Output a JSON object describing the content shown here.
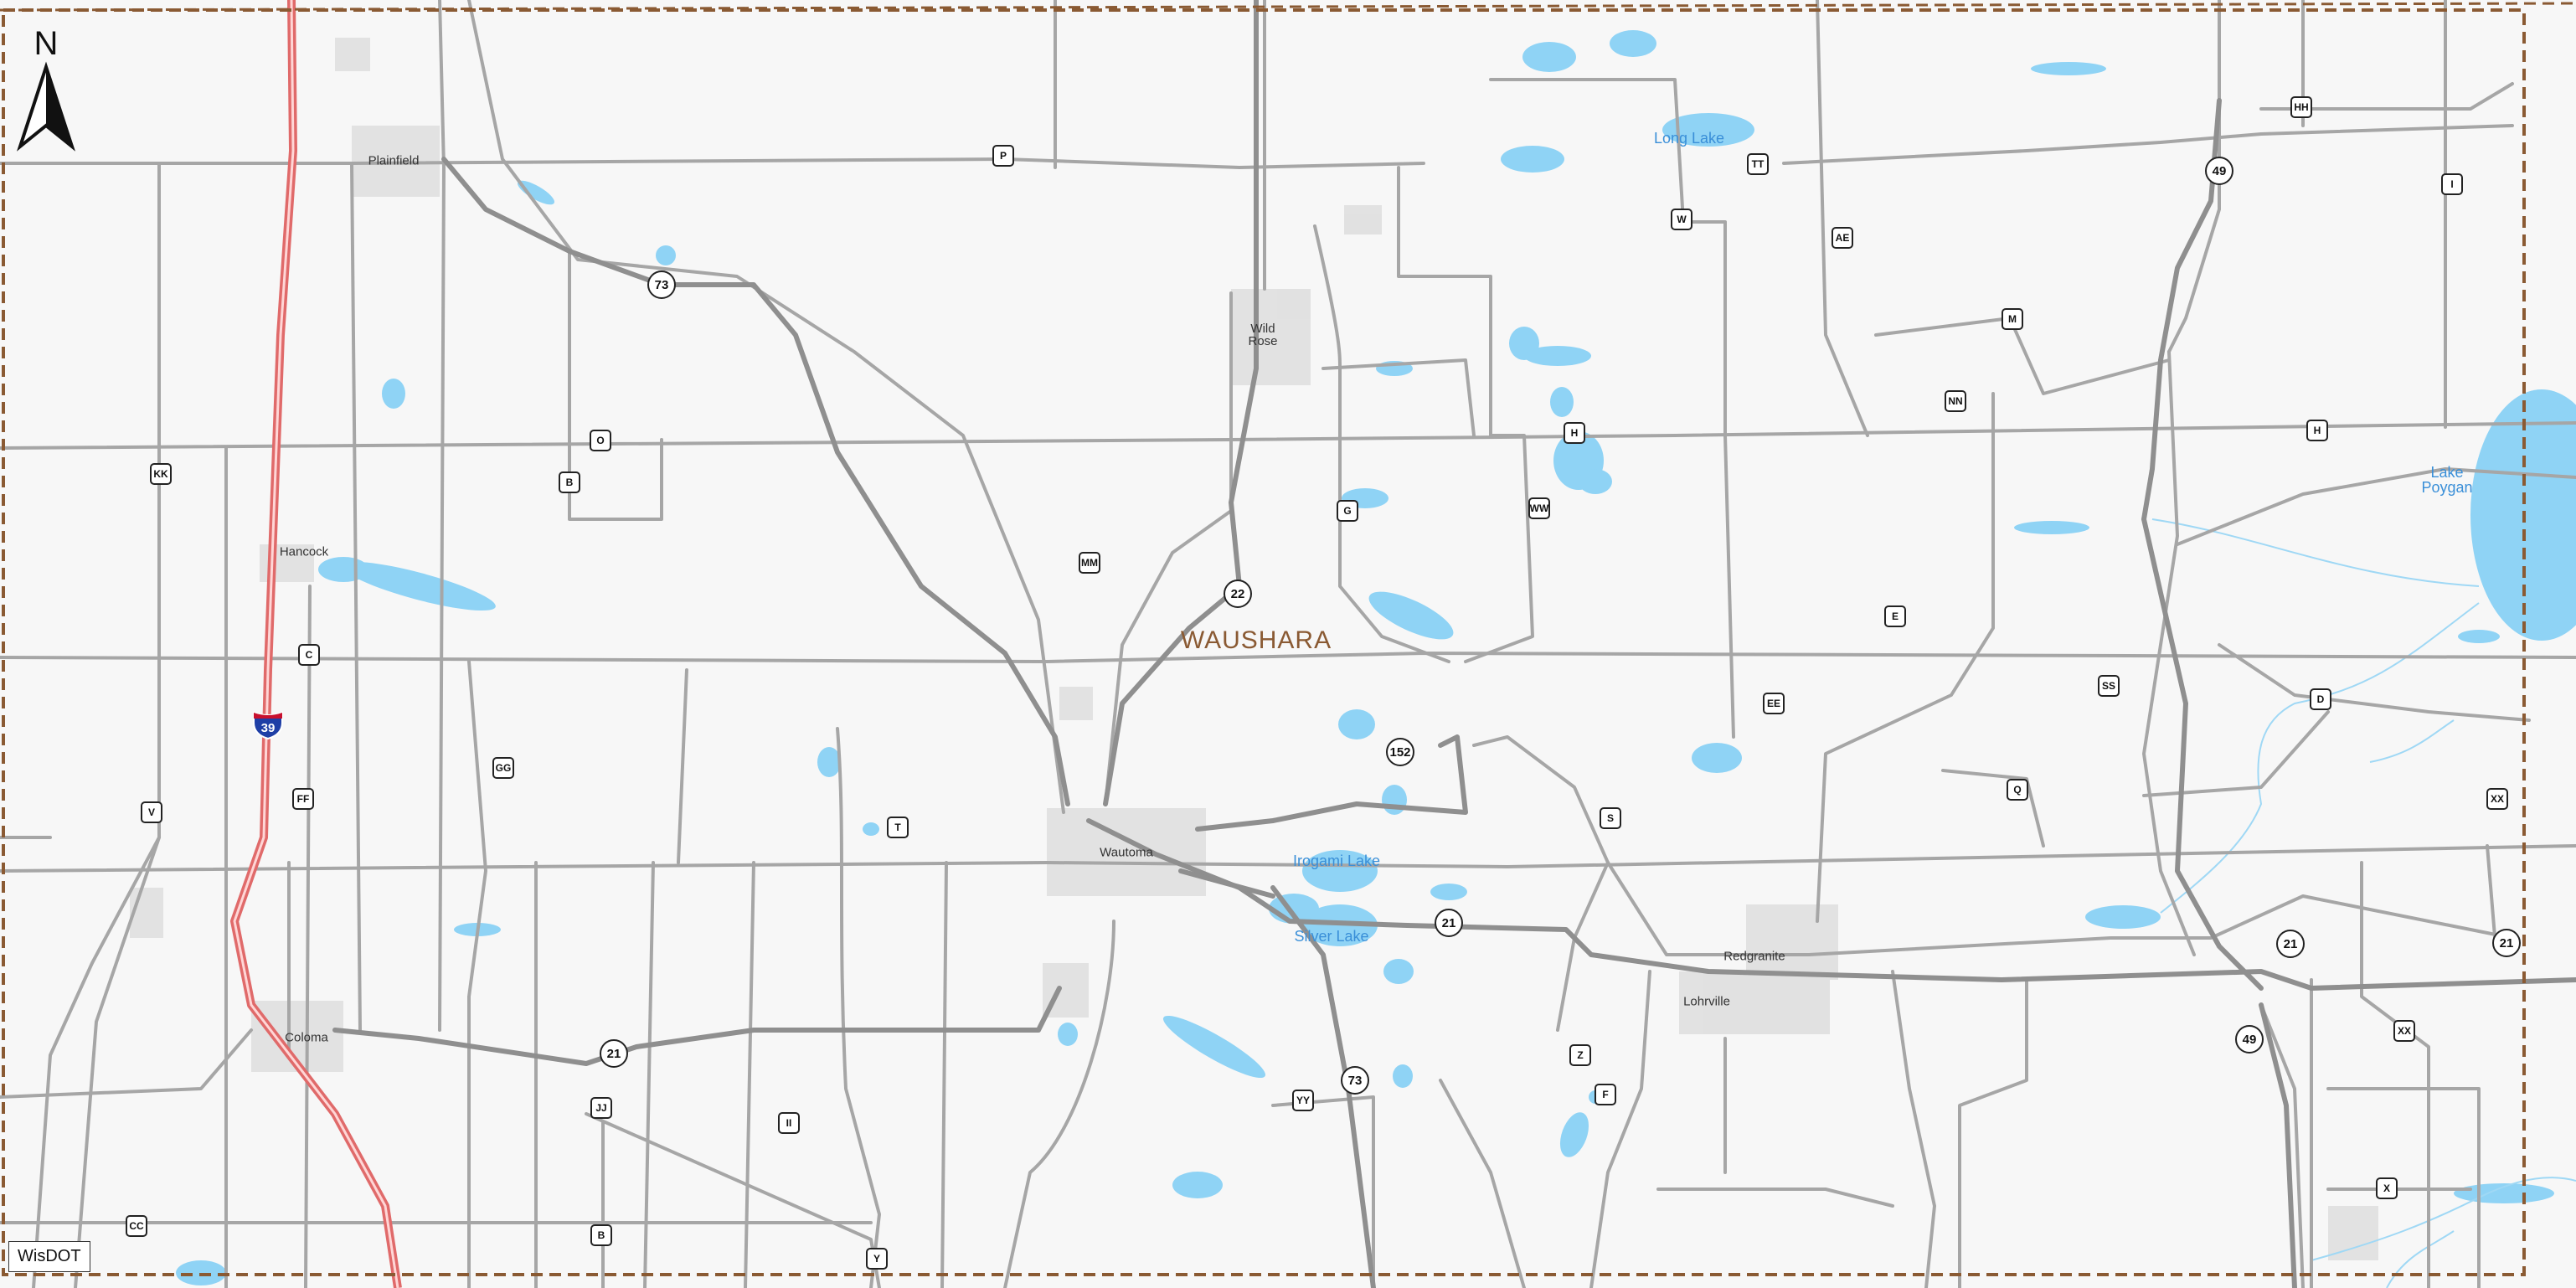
{
  "map": {
    "county_label": "WAUSHARA",
    "colors": {
      "background": "#f7f7f7",
      "water": "#8fd3f5",
      "road": "#9a9a9a",
      "interstate": "#e06a6a",
      "boundary": "#8a5a33",
      "urban": "#dcdcdc"
    },
    "compass_letter": "N",
    "credit": "WisDOT",
    "cities": [
      {
        "name": "Plainfield"
      },
      {
        "name": "Hancock"
      },
      {
        "name": "Coloma"
      },
      {
        "name": "Wild Rose"
      },
      {
        "name": "Wautoma"
      },
      {
        "name": "Redgranite"
      },
      {
        "name": "Lohrville"
      }
    ],
    "lakes": [
      {
        "name": "Long Lake"
      },
      {
        "name": "Lake Poygan"
      },
      {
        "name": "Irogami Lake"
      },
      {
        "name": "Silver Lake"
      }
    ],
    "interstate_shields": [
      {
        "label": "39"
      }
    ],
    "state_shields": [
      {
        "label": "73"
      },
      {
        "label": "22"
      },
      {
        "label": "152"
      },
      {
        "label": "21"
      },
      {
        "label": "21"
      },
      {
        "label": "73"
      },
      {
        "label": "49"
      },
      {
        "label": "49"
      },
      {
        "label": "21"
      },
      {
        "label": "21"
      }
    ],
    "county_shields": [
      {
        "label": "P"
      },
      {
        "label": "W"
      },
      {
        "label": "TT"
      },
      {
        "label": "AE"
      },
      {
        "label": "HH"
      },
      {
        "label": "I"
      },
      {
        "label": "M"
      },
      {
        "label": "NN"
      },
      {
        "label": "H"
      },
      {
        "label": "H"
      },
      {
        "label": "O"
      },
      {
        "label": "B"
      },
      {
        "label": "KK"
      },
      {
        "label": "G"
      },
      {
        "label": "WW"
      },
      {
        "label": "MM"
      },
      {
        "label": "C"
      },
      {
        "label": "E"
      },
      {
        "label": "SS"
      },
      {
        "label": "D"
      },
      {
        "label": "EE"
      },
      {
        "label": "GG"
      },
      {
        "label": "V"
      },
      {
        "label": "FF"
      },
      {
        "label": "T"
      },
      {
        "label": "S"
      },
      {
        "label": "Q"
      },
      {
        "label": "XX"
      },
      {
        "label": "Z"
      },
      {
        "label": "F"
      },
      {
        "label": "YY"
      },
      {
        "label": "JJ"
      },
      {
        "label": "II"
      },
      {
        "label": "XX"
      },
      {
        "label": "X"
      },
      {
        "label": "CC"
      },
      {
        "label": "B"
      },
      {
        "label": "Y"
      }
    ]
  }
}
